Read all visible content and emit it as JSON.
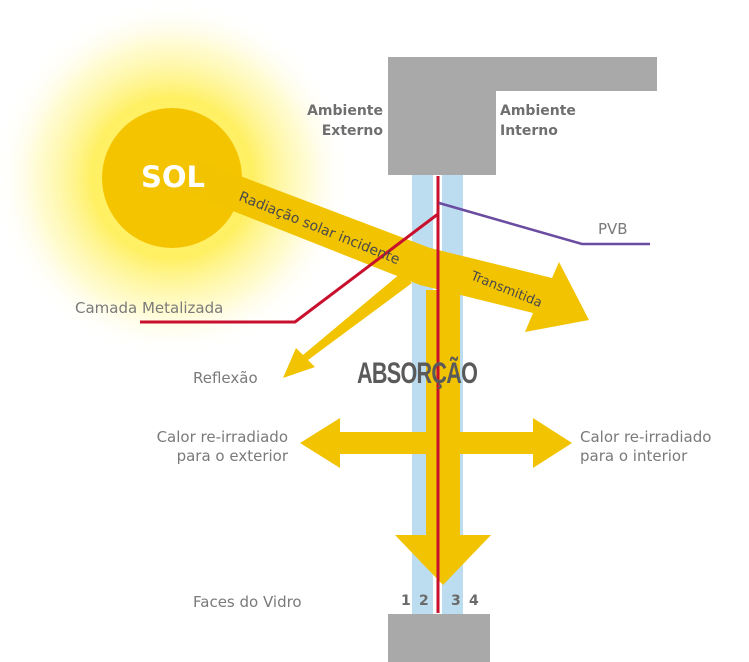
{
  "sun": {
    "label": "SOL",
    "color": "#f5c400"
  },
  "environment": {
    "external": [
      "Ambiente",
      "Externo"
    ],
    "internal": [
      "Ambiente",
      "Interno"
    ]
  },
  "rays": {
    "incident": "Radiação solar incidente",
    "transmitted": "Transmitida",
    "reflection": "Reflexão",
    "absorption": "ABSORÇÃO"
  },
  "layers": {
    "pvb": "PVB",
    "metallic": "Camada Metalizada"
  },
  "heat": {
    "exterior": [
      "Calor re-irradiado",
      "para o exterior"
    ],
    "interior": [
      "Calor re-irradiado",
      "para o interior"
    ]
  },
  "faces": {
    "label": "Faces do Vidro",
    "numbers": [
      "1",
      "2",
      "3",
      "4"
    ]
  },
  "colors": {
    "arrow": "#f2c300",
    "glass": "#bcdcf0",
    "wall": "#a9a9a9",
    "metallic_line": "#c8102e",
    "pvb_line": "#6a4ca0"
  }
}
